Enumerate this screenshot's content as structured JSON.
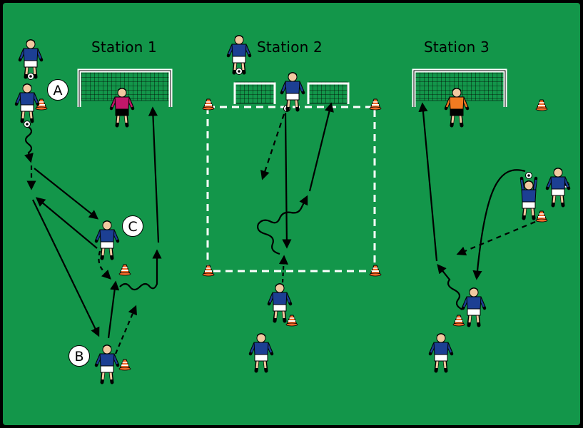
{
  "colors": {
    "pitch": "#13964a",
    "border": "#000000",
    "player_shirt": "#1c3f93",
    "keeper_station1": "#c2176a",
    "keeper_station3": "#f17a21",
    "cone": "#f26a2a",
    "lines": "#ffffff"
  },
  "stations": [
    {
      "label": "Station 1"
    },
    {
      "label": "Station 2"
    },
    {
      "label": "Station 3"
    }
  ],
  "markers": [
    {
      "label": "A"
    },
    {
      "label": "B"
    },
    {
      "label": "C"
    }
  ],
  "icons": [
    "player-icon",
    "goalkeeper-icon",
    "cone-icon",
    "ball-icon",
    "goal-icon",
    "mini-goal-icon"
  ]
}
